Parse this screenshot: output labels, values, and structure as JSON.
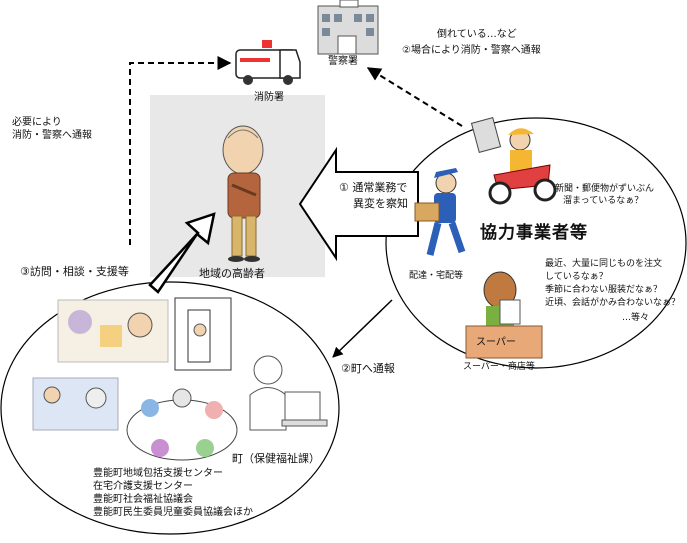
{
  "nodes": {
    "police": "警察署",
    "fire": "消防署",
    "elderly": "地域の高齢者",
    "partners": "協力事業者等",
    "town": "町（保健福祉課）",
    "delivery": "配達・宅配等",
    "supermarket_sign": "スーパー",
    "supermarket": "スーパー・商店等"
  },
  "flows": {
    "f1_line1": "① 通常業務で",
    "f1_line2": "異変を察知",
    "f2_town": "②町へ通報",
    "f2_police_note": "倒れている…など",
    "f2_police": "②場合により消防・警察へ通報",
    "f3": "③訪問・相談・支援等",
    "left_note_1": "必要により",
    "left_note_2": "消防・警察へ通報"
  },
  "speech": {
    "newspaper_1": "新聞・郵便物がずいぶん",
    "newspaper_2": "溜まっているなぁ？",
    "s1": "最近、大量に同じものを注文",
    "s2": "しているなぁ？",
    "s3": "季節に合わない服装だなぁ？",
    "s4": "近頃、会話がかみ合わないなぁ？",
    "etc": "…等々"
  },
  "organizations": [
    "豊能町地域包括支援センター",
    "在宅介護支援センター",
    "豊能町社会福祉協議会",
    "豊能町民生委員児童委員協議会ほか"
  ]
}
